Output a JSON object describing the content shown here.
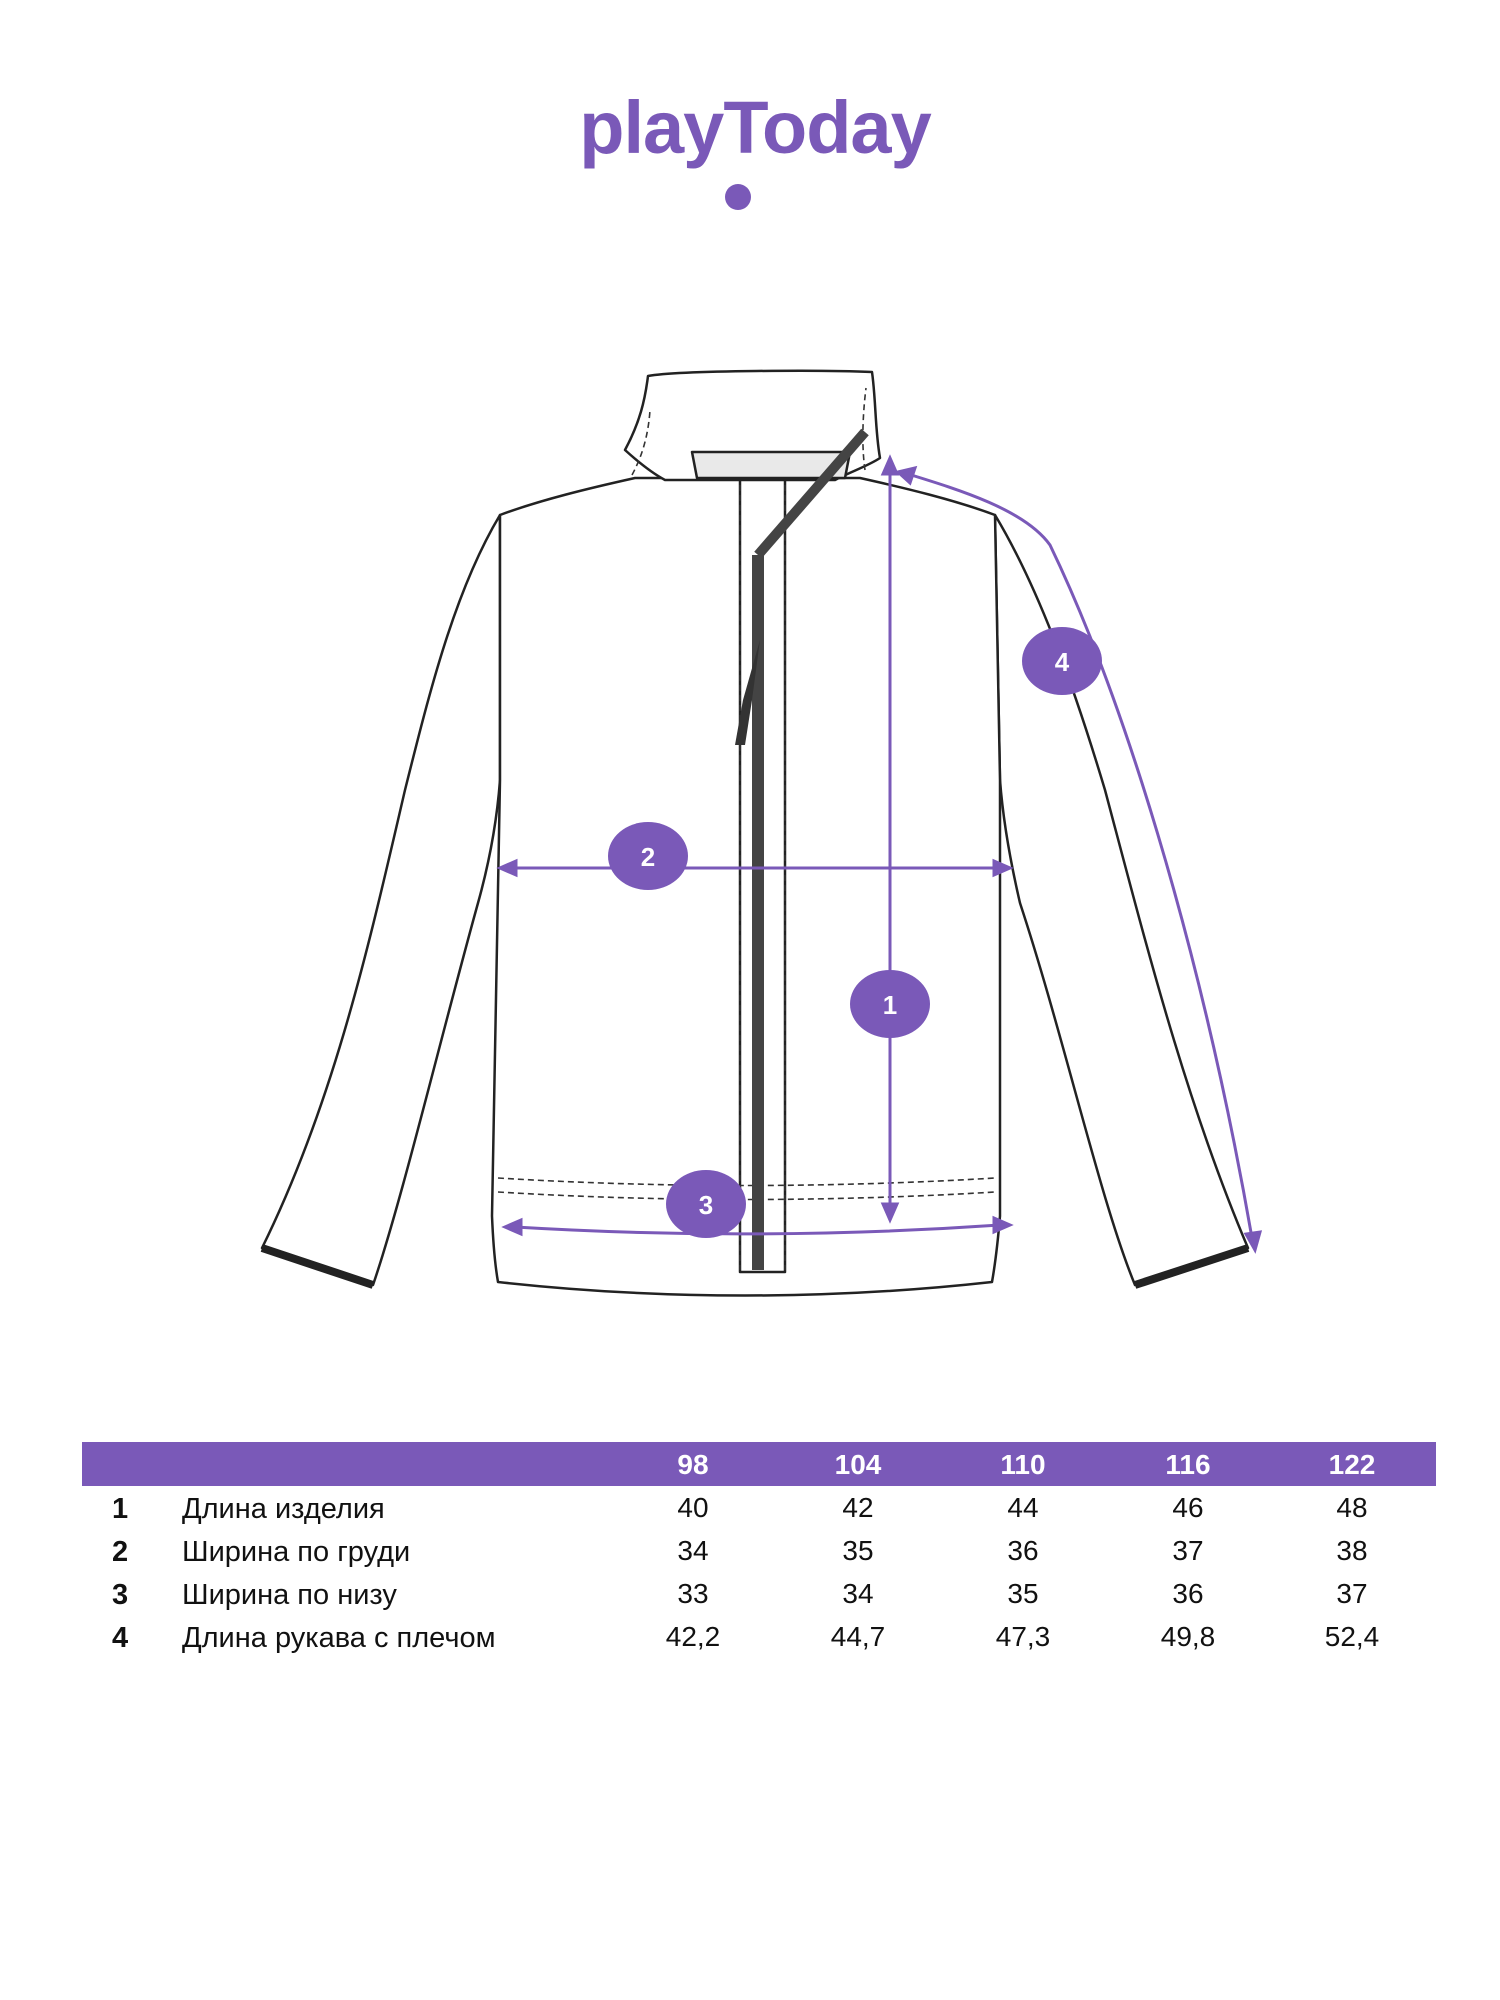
{
  "brand": {
    "name": "playToday",
    "color": "#7a59b8"
  },
  "markers": [
    {
      "id": "1",
      "label": "1"
    },
    {
      "id": "2",
      "label": "2"
    },
    {
      "id": "3",
      "label": "3"
    },
    {
      "id": "4",
      "label": "4"
    }
  ],
  "table": {
    "sizes": [
      "98",
      "104",
      "110",
      "116",
      "122"
    ],
    "rows": [
      {
        "num": "1",
        "label": "Длина изделия",
        "values": [
          "40",
          "42",
          "44",
          "46",
          "48"
        ]
      },
      {
        "num": "2",
        "label": "Ширина по груди",
        "values": [
          "34",
          "35",
          "36",
          "37",
          "38"
        ]
      },
      {
        "num": "3",
        "label": "Ширина по низу",
        "values": [
          "33",
          "34",
          "35",
          "36",
          "37"
        ]
      },
      {
        "num": "4",
        "label": "Длина рукава с плечом",
        "values": [
          "42,2",
          "44,7",
          "47,3",
          "49,8",
          "52,4"
        ]
      }
    ]
  }
}
